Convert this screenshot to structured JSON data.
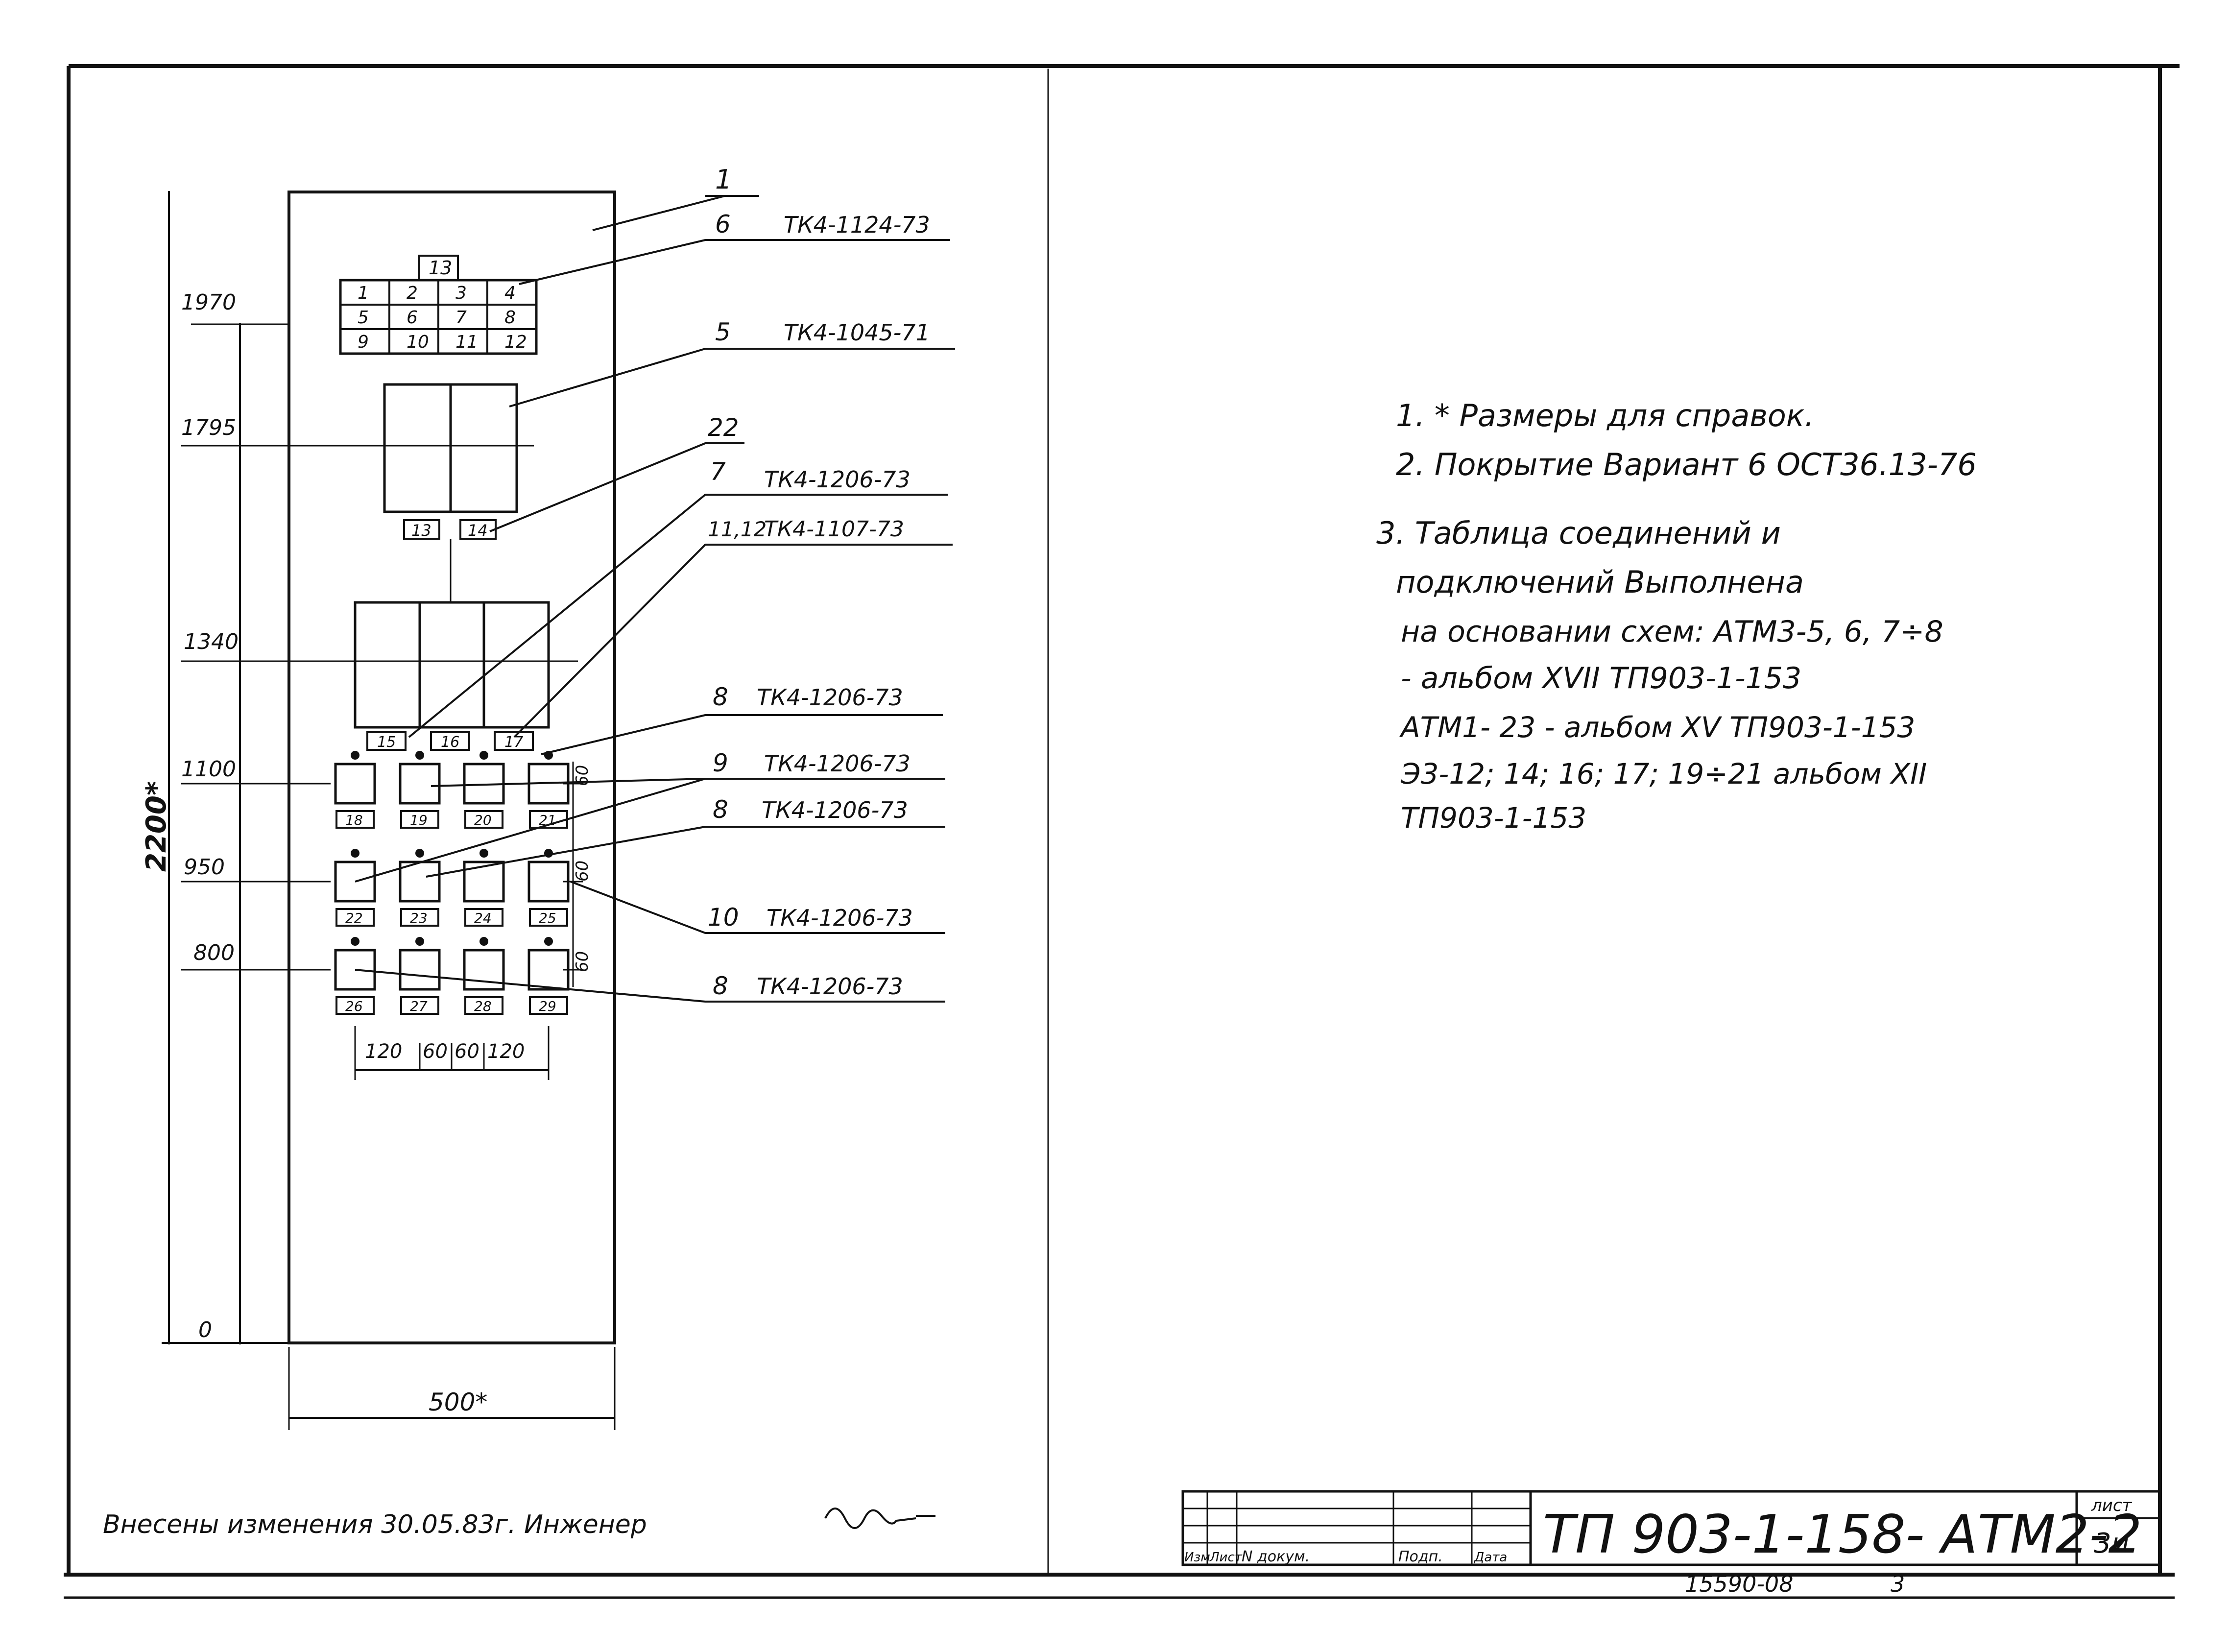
{
  "panel": {
    "heights": [
      "1970",
      "1795",
      "1340",
      "1100",
      "950",
      "800",
      "0"
    ],
    "overall_height": "2200*",
    "overall_width": "500*",
    "terminal_block_top": "13",
    "terminal_block_cells": [
      "1",
      "2",
      "3",
      "4",
      "5",
      "6",
      "7",
      "8",
      "9",
      "10",
      "11",
      "12"
    ],
    "meter_labels": [
      "13",
      "14"
    ],
    "gauge_labels": [
      "15",
      "16",
      "17"
    ],
    "switch_labels": [
      "18",
      "19",
      "20",
      "21",
      "22",
      "23",
      "24",
      "25",
      "26",
      "27",
      "28",
      "29"
    ],
    "spacing_labels": [
      "120",
      "60",
      "60",
      "120"
    ],
    "vertical_pitch": [
      "60",
      "60",
      "60"
    ]
  },
  "callouts": [
    {
      "pos": "1",
      "code": ""
    },
    {
      "pos": "6",
      "code": "ТК4-1124-73"
    },
    {
      "pos": "5",
      "code": "ТК4-1045-71"
    },
    {
      "pos": "22",
      "code": ""
    },
    {
      "pos": "7",
      "code": "ТК4-1206-73"
    },
    {
      "pos": "11,12",
      "code": "ТК4-1107-73"
    },
    {
      "pos": "8",
      "code": "ТК4-1206-73"
    },
    {
      "pos": "9",
      "code": "ТК4-1206-73"
    },
    {
      "pos": "8",
      "code": "ТК4-1206-73"
    },
    {
      "pos": "10",
      "code": "ТК4-1206-73"
    },
    {
      "pos": "8",
      "code": "ТК4-1206-73"
    }
  ],
  "notes": [
    "1. * Размеры для справок.",
    "2. Покрытие Вариант 6  ОСТ36.13-76",
    "3. Таблица  соединений  и",
    "подключений  Выполнена",
    "на  основании схем: АТМ3-5, 6, 7÷8",
    "- альбом XVII  ТП903-1-153",
    "АТМ1- 23 - альбом XV  ТП903-1-153",
    "Э3-12; 14; 16; 17; 19÷21 альбом XII",
    "ТП903-1-153"
  ],
  "change_note": "Внесены изменения  30.05.83г.  Инженер",
  "title_block": {
    "columns": [
      "Изм",
      "Лист",
      "N докум.",
      "Подп.",
      "Дата"
    ],
    "designation": "ТП 903-1-158-   АТМ2-2",
    "sheet_label": "лист",
    "sheet_value": "3и.",
    "inventory": "15590-08",
    "inventory_sheet": "3"
  }
}
